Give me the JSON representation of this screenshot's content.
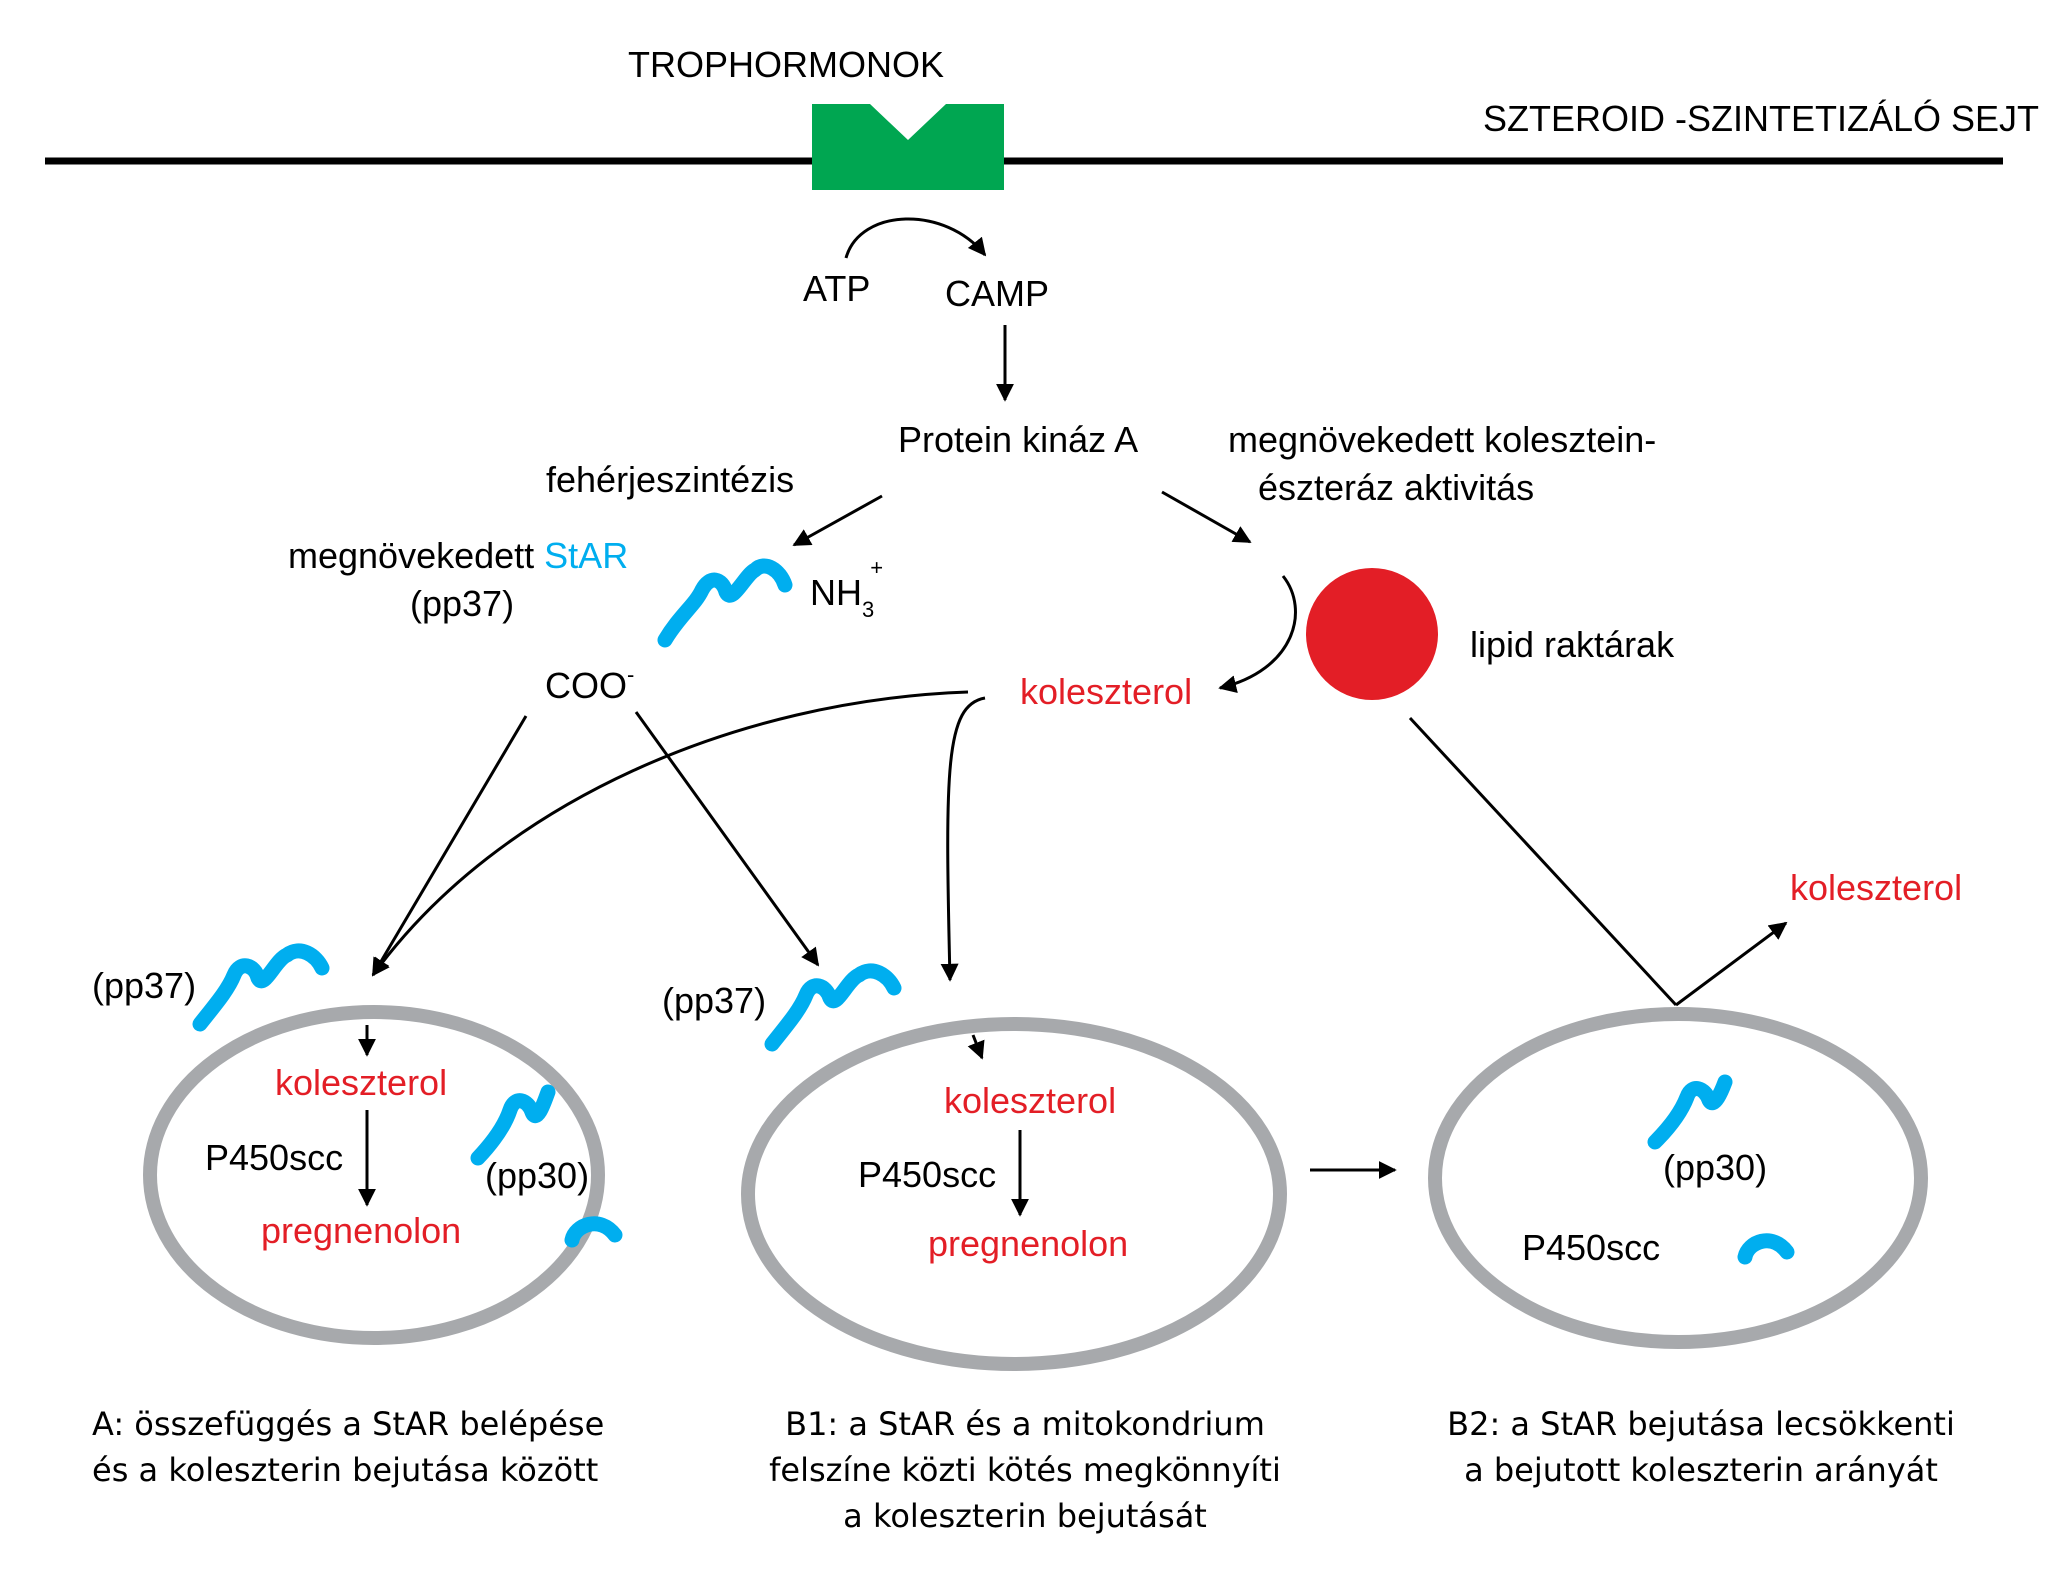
{
  "header": {
    "receptor_label": "TROPHORMONOK",
    "cell_label": "SZTEROID -SZINTETIZÁLÓ SEJT"
  },
  "signaling": {
    "atp": "ATP",
    "camp": "CAMP",
    "pka": "Protein kináz A",
    "protein_synthesis": "fehérjeszintézis",
    "star_prefix": "megnövekedett ",
    "star_name": "StAR",
    "star_pp": "(pp37)",
    "nh3": "NH",
    "nh3_sub": "3",
    "nh3_sup": "+",
    "coo": "COO",
    "coo_sup": "-",
    "esterase_line1": "megnövekedett kolesztein-",
    "esterase_line2": "észteráz aktivitás",
    "lipid_stores": "lipid raktárak",
    "cholesterol": "koleszterol"
  },
  "panels": {
    "a": {
      "pp37": "(pp37)",
      "cholesterol": "koleszterol",
      "enzyme": "P450scc",
      "product": "pregnenolon",
      "pp30": "(pp30)",
      "caption_line1": "A: összefüggés a StAR belépése",
      "caption_line2": "és a koleszterin bejutása között"
    },
    "b1": {
      "pp37": "(pp37)",
      "cholesterol": "koleszterol",
      "enzyme": "P450scc",
      "product": "pregnenolon",
      "caption_line1": "B1: a StAR és a mitokondrium",
      "caption_line2": "felszíne közti kötés megkönnyíti",
      "caption_line3": "a koleszterin bejutását"
    },
    "b2": {
      "cholesterol_out": "koleszterol",
      "pp30": "(pp30)",
      "enzyme": "P450scc",
      "caption_line1": "B2: a StAR bejutása lecsökkenti",
      "caption_line2": "a bejutott koleszterin arányát"
    }
  },
  "colors": {
    "receptor": "#00a651",
    "cholesterol_text": "#e31e26",
    "lipid_droplet": "#e31e26",
    "star_protein": "#00aeef",
    "mitochondrion": "#a7a9ac"
  }
}
